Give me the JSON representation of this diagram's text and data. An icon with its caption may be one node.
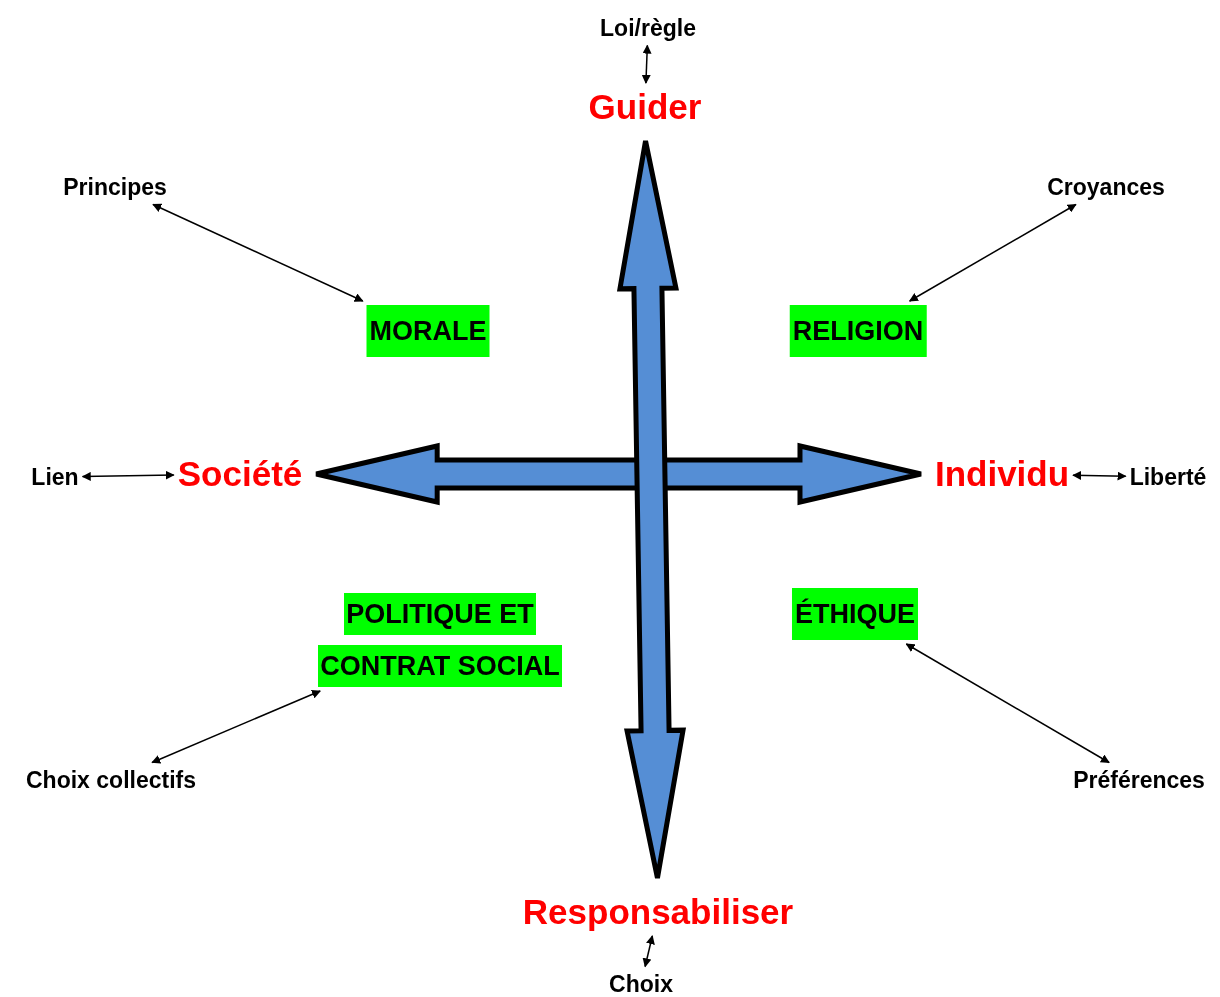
{
  "diagram": {
    "nodes": [
      {
        "text": [
          "Loi/règle"
        ]
      },
      {
        "text": [
          "Guider"
        ]
      },
      {
        "text": [
          "Principes"
        ]
      },
      {
        "text": [
          "Croyances"
        ]
      },
      {
        "text": [
          "MORALE"
        ]
      },
      {
        "text": [
          "RELIGION"
        ]
      },
      {
        "text": [
          "Lien"
        ]
      },
      {
        "text": [
          "Société"
        ]
      },
      {
        "text": [
          "Individu"
        ]
      },
      {
        "text": [
          "Liberté"
        ]
      },
      {
        "text": [
          "POLITIQUE ET CONTRAT SOCIAL"
        ]
      },
      {
        "text": [
          "ÉTHIQUE"
        ]
      },
      {
        "text": [
          "Choix collectifs"
        ]
      },
      {
        "text": [
          "Préférences"
        ]
      },
      {
        "text": [
          "Responsabiliser"
        ]
      },
      {
        "text": [
          "Choix"
        ]
      }
    ],
    "edges": [
      {
        "from": 0,
        "to": 1,
        "arrow": "both"
      },
      {
        "from": 2,
        "to": 4,
        "arrow": "both"
      },
      {
        "from": 3,
        "to": 5,
        "arrow": "both"
      },
      {
        "from": 6,
        "to": 7,
        "arrow": "both"
      },
      {
        "from": 8,
        "to": 9,
        "arrow": "both"
      },
      {
        "from": 10,
        "to": 12,
        "arrow": "both"
      },
      {
        "from": 11,
        "to": 13,
        "arrow": "both"
      },
      {
        "from": 14,
        "to": 15,
        "arrow": "both"
      },
      {
        "from": 7,
        "to": 8,
        "arrow": "both",
        "style": "thick",
        "color": "#558ed5"
      },
      {
        "from": 1,
        "to": 14,
        "arrow": "both",
        "style": "thick",
        "color": "#558ed5"
      }
    ]
  }
}
